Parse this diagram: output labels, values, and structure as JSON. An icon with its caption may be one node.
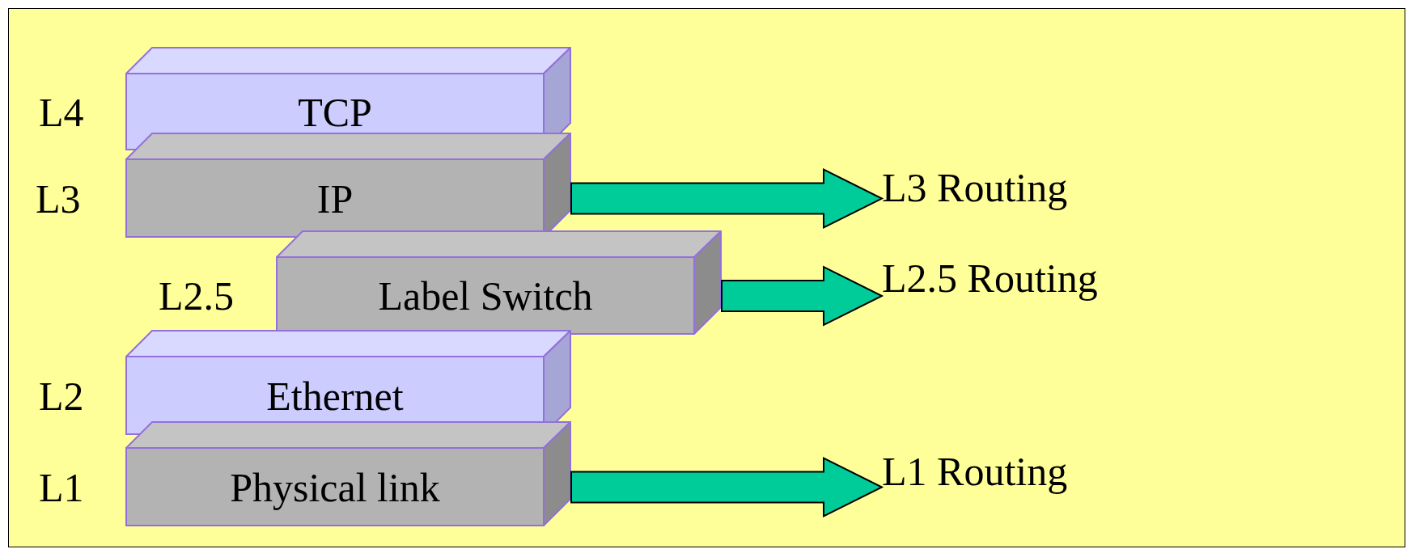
{
  "diagram": {
    "nodes": [
      {
        "text": [
          "TCP"
        ],
        "beside": [
          "L4"
        ]
      },
      {
        "text": [
          "IP"
        ],
        "beside": [
          "L3"
        ]
      },
      {
        "text": [
          "Label Switch"
        ],
        "beside": [
          "L2.5"
        ]
      },
      {
        "text": [
          "Ethernet"
        ],
        "beside": [
          "L2"
        ]
      },
      {
        "text": [
          "Physical link"
        ],
        "beside": [
          "L1"
        ]
      },
      {
        "text": [
          "L3 Routing"
        ]
      },
      {
        "text": [
          "L2.5 Routing"
        ]
      },
      {
        "text": [
          "L1 Routing"
        ]
      }
    ],
    "edges": [
      {
        "from": 1,
        "to": 5,
        "arrow": "to"
      },
      {
        "from": 2,
        "to": 6,
        "arrow": "to"
      },
      {
        "from": 4,
        "to": 7,
        "arrow": "to"
      }
    ]
  }
}
